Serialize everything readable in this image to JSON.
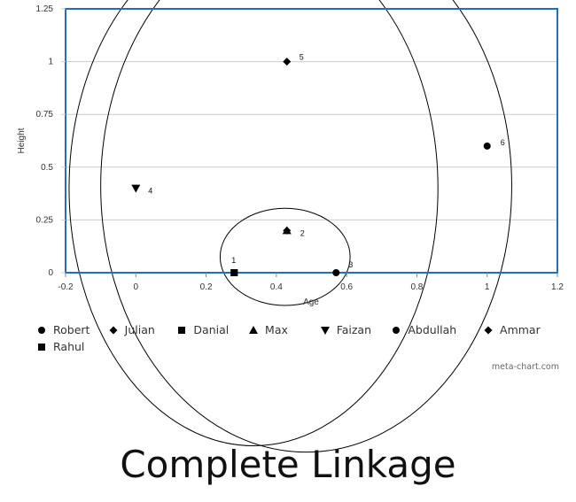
{
  "chart_data": {
    "type": "scatter",
    "xlabel": "Age",
    "ylabel": "Height",
    "xlim": [
      -0.2,
      1.2
    ],
    "ylim": [
      0,
      1.25
    ],
    "x_ticks": [
      "-0.2",
      "0",
      "0.2",
      "0.4",
      "0.6",
      "0.8",
      "1",
      "1.2"
    ],
    "y_ticks": [
      "0",
      "0.25",
      "0.5",
      "0.75",
      "1",
      "1.25"
    ],
    "grid": true,
    "legend_position": "bottom",
    "series": [
      {
        "name": "Robert",
        "marker": "circle",
        "x": 0.57,
        "y": 0.0,
        "label": "3"
      },
      {
        "name": "Julian",
        "marker": "diamond",
        "x": 0.43,
        "y": 1.0,
        "label": "5"
      },
      {
        "name": "Danial",
        "marker": "square",
        "x": 0.28,
        "y": 0.0,
        "label": "1"
      },
      {
        "name": "Max",
        "marker": "triangle-up",
        "x": 0.43,
        "y": 0.2,
        "label": "2"
      },
      {
        "name": "Faizan",
        "marker": "triangle-down",
        "x": 0.0,
        "y": 0.4,
        "label": "4"
      },
      {
        "name": "Abdullah",
        "marker": "circle",
        "x": 1.0,
        "y": 0.6,
        "label": "6"
      },
      {
        "name": "Ammar",
        "marker": "diamond",
        "x": 0.43,
        "y": 0.2,
        "label": ""
      },
      {
        "name": "Rahul",
        "marker": "square",
        "x": 0.28,
        "y": 0.0,
        "label": ""
      }
    ],
    "cluster_outlines": [
      {
        "members": [
          "1",
          "2",
          "3"
        ],
        "cx": 0.425,
        "cy": 0.075,
        "rx": 0.185,
        "ry": 0.23
      },
      {
        "members": [
          "1",
          "2",
          "3",
          "4",
          "5"
        ],
        "cx": 0.335,
        "cy": 0.4,
        "rx": 0.525,
        "ry": 1.22
      },
      {
        "members": [
          "1",
          "2",
          "3",
          "4",
          "5",
          "6"
        ],
        "cx": 0.485,
        "cy": 0.41,
        "rx": 0.585,
        "ry": 1.26
      }
    ],
    "colors": {
      "plot_border": "#1e6fc0",
      "grid": "#cccccc",
      "marker": "#000000"
    }
  },
  "watermark": "meta-chart.com",
  "caption": "Complete Linkage"
}
